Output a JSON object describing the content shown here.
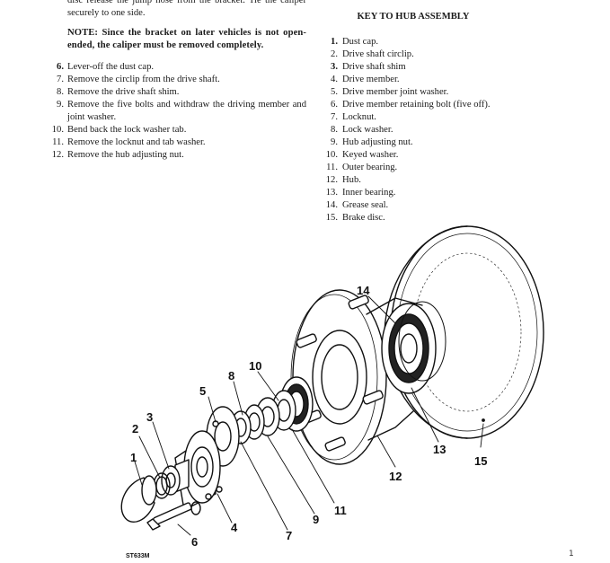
{
  "intro_text": "disc release the jump hose from the bracket. Tie the caliper securely to one side.",
  "note_text": "NOTE: Since the bracket on later vehicles is not open-ended, the caliper must be removed completely.",
  "steps": [
    {
      "num": "6.",
      "text": "Lever-off the dust cap."
    },
    {
      "num": "7.",
      "text": "Remove the circlip from the drive shaft."
    },
    {
      "num": "8.",
      "text": "Remove the drive shaft shim."
    },
    {
      "num": "9.",
      "text": "Remove the five bolts and withdraw the driving member and joint washer."
    },
    {
      "num": "10.",
      "text": "Bend back the lock washer tab."
    },
    {
      "num": "11.",
      "text": "Remove the locknut and tab washer."
    },
    {
      "num": "12.",
      "text": "Remove the hub adjusting nut."
    }
  ],
  "key": {
    "heading": "KEY TO HUB ASSEMBLY",
    "items": [
      {
        "num": "1.",
        "text": "Dust cap."
      },
      {
        "num": "2.",
        "text": "Drive shaft circlip."
      },
      {
        "num": "3.",
        "text": "Drive shaft shim"
      },
      {
        "num": "4.",
        "text": "Drive member."
      },
      {
        "num": "5.",
        "text": "Drive member joint washer."
      },
      {
        "num": "6.",
        "text": "Drive member retaining bolt (five off)."
      },
      {
        "num": "7.",
        "text": "Locknut."
      },
      {
        "num": "8.",
        "text": "Lock washer."
      },
      {
        "num": "9.",
        "text": "Hub adjusting nut."
      },
      {
        "num": "10.",
        "text": "Keyed washer."
      },
      {
        "num": "11.",
        "text": "Outer bearing."
      },
      {
        "num": "12.",
        "text": "Hub."
      },
      {
        "num": "13.",
        "text": "Inner bearing."
      },
      {
        "num": "14.",
        "text": "Grease seal."
      },
      {
        "num": "15.",
        "text": "Brake disc."
      }
    ]
  },
  "diagram": {
    "figure_code": "ST633M",
    "callouts": [
      "1",
      "2",
      "3",
      "4",
      "5",
      "6",
      "7",
      "8",
      "9",
      "10",
      "11",
      "12",
      "13",
      "14",
      "15"
    ]
  },
  "page_mark": "1"
}
